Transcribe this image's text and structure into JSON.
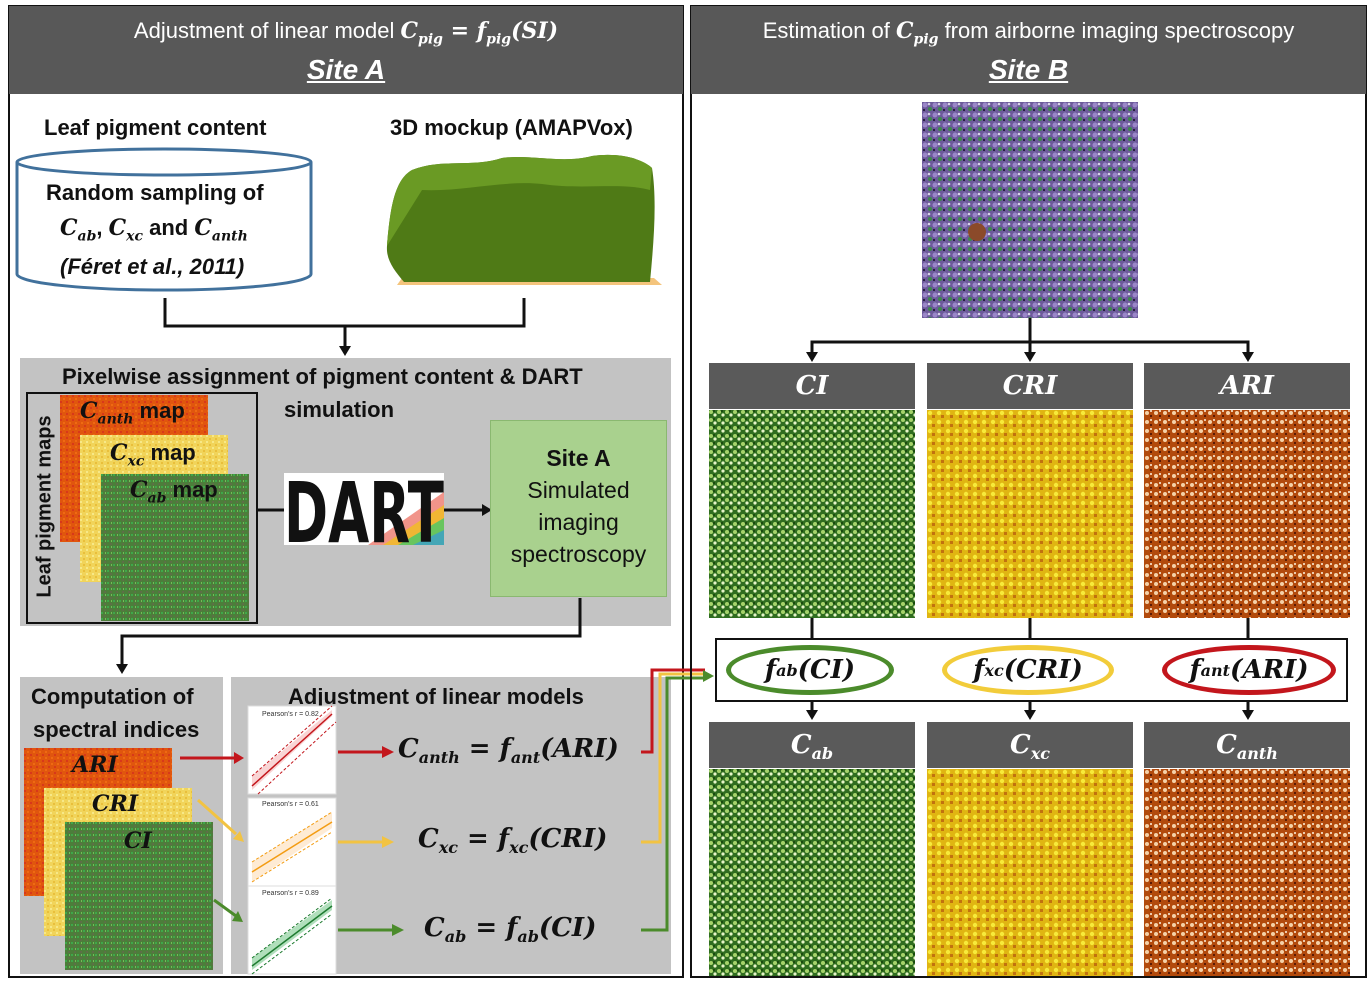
{
  "left_panel": {
    "title": "Adjustment of linear model",
    "title_formula": "C_pig = f_pig(SI)",
    "site": "Site A",
    "leaf_pigment_label": "Leaf pigment content",
    "db_line1": "Random sampling of",
    "db_line2": "C_ab, C_xc and C_anth",
    "db_line3": "(Féret et al., 2011)",
    "mockup_label": "3D mockup (AMAPVox)",
    "pixelwise_line1": "Pixelwise assignment of pigment content & DART",
    "pixelwise_line2": "simulation",
    "leaf_maps_vertical": "Leaf pigment maps",
    "maps": [
      "C_anth map",
      "C_xc map",
      "C_ab map"
    ],
    "dart_logo": "DART",
    "simulated_line1": "Site A",
    "simulated_line2": "Simulated",
    "simulated_line3": "imaging",
    "simulated_line4": "spectroscopy",
    "computation_line1": "Computation of",
    "computation_line2": "spectral indices",
    "index_maps": [
      "ARI",
      "CRI",
      "CI"
    ],
    "adjustment_title": "Adjustment of linear models",
    "pearson": [
      "Pearson's r = 0.82",
      "Pearson's r = 0.61",
      "Pearson's r = 0.89"
    ],
    "equations": [
      "C_anth = f_ant(ARI)",
      "C_xc = f_xc(CRI)",
      "C_ab = f_ab(CI)"
    ]
  },
  "right_panel": {
    "title": "Estimation of C_pig from airborne imaging spectroscopy",
    "site": "Site B",
    "index_headers": [
      "CI",
      "CRI",
      "ARI"
    ],
    "functions": [
      "f_ab(CI)",
      "f_xc(CRI)",
      "f_ant(ARI)"
    ],
    "pigment_headers": [
      "C_ab",
      "C_xc",
      "C_anth"
    ]
  },
  "colors": {
    "header_bar": "#585858",
    "gray_box": "#c3c3c3",
    "green": "#4b8b2b",
    "yellow": "#f2cc3a",
    "red": "#c3161c",
    "sim_box": "#a9d18e"
  }
}
